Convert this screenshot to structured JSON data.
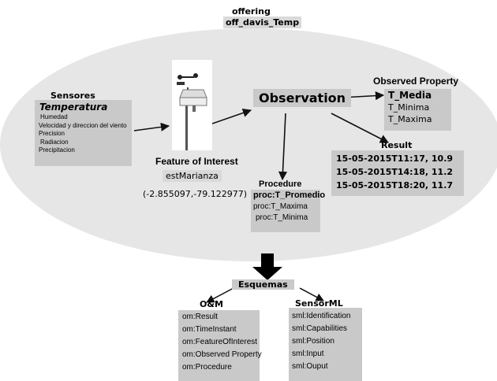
{
  "offering": {
    "title": "offering",
    "id": "off_davis_Temp"
  },
  "sensores": {
    "title": "Sensores",
    "main": "Temperatura",
    "items": [
      "Humedad",
      "Velocidad y direccion del viento",
      "Precision",
      "Radiacion",
      "Precipitacion"
    ]
  },
  "observation": {
    "label": "Observation"
  },
  "feature": {
    "title": "Feature of Interest",
    "name": "estMarianza",
    "coords": "(-2.855097,-79.122977)"
  },
  "procedure": {
    "title": "Procedure",
    "items": [
      "proc:T_Promedio",
      "proc:T_Maxima",
      "proc:T_Minima"
    ]
  },
  "observed_property": {
    "title": "Observed Property",
    "items": [
      "T_Media",
      "T_Minima",
      "T_Maxima"
    ]
  },
  "result": {
    "title": "Result",
    "items": [
      "15-05-2015T11:17, 10.9",
      "15-05-2015T14:18, 11.2",
      "15-05-2015T18:20, 11.7"
    ]
  },
  "esquemas": {
    "title": "Esquemas",
    "om": {
      "title": "O&M",
      "items": [
        "om:Result",
        "om:TimeInstant",
        "om:FeatureOfInterest",
        "om:Observed Property",
        "om:Procedure"
      ]
    },
    "sensorml": {
      "title": "SensorML",
      "items": [
        "sml:Identification",
        "sml:Capabilities",
        "sml:Position",
        "sml:Input",
        "sml:Ouput"
      ]
    }
  },
  "colors": {
    "ellipse": "#e6e6e6",
    "box": "#c9c9c9"
  }
}
